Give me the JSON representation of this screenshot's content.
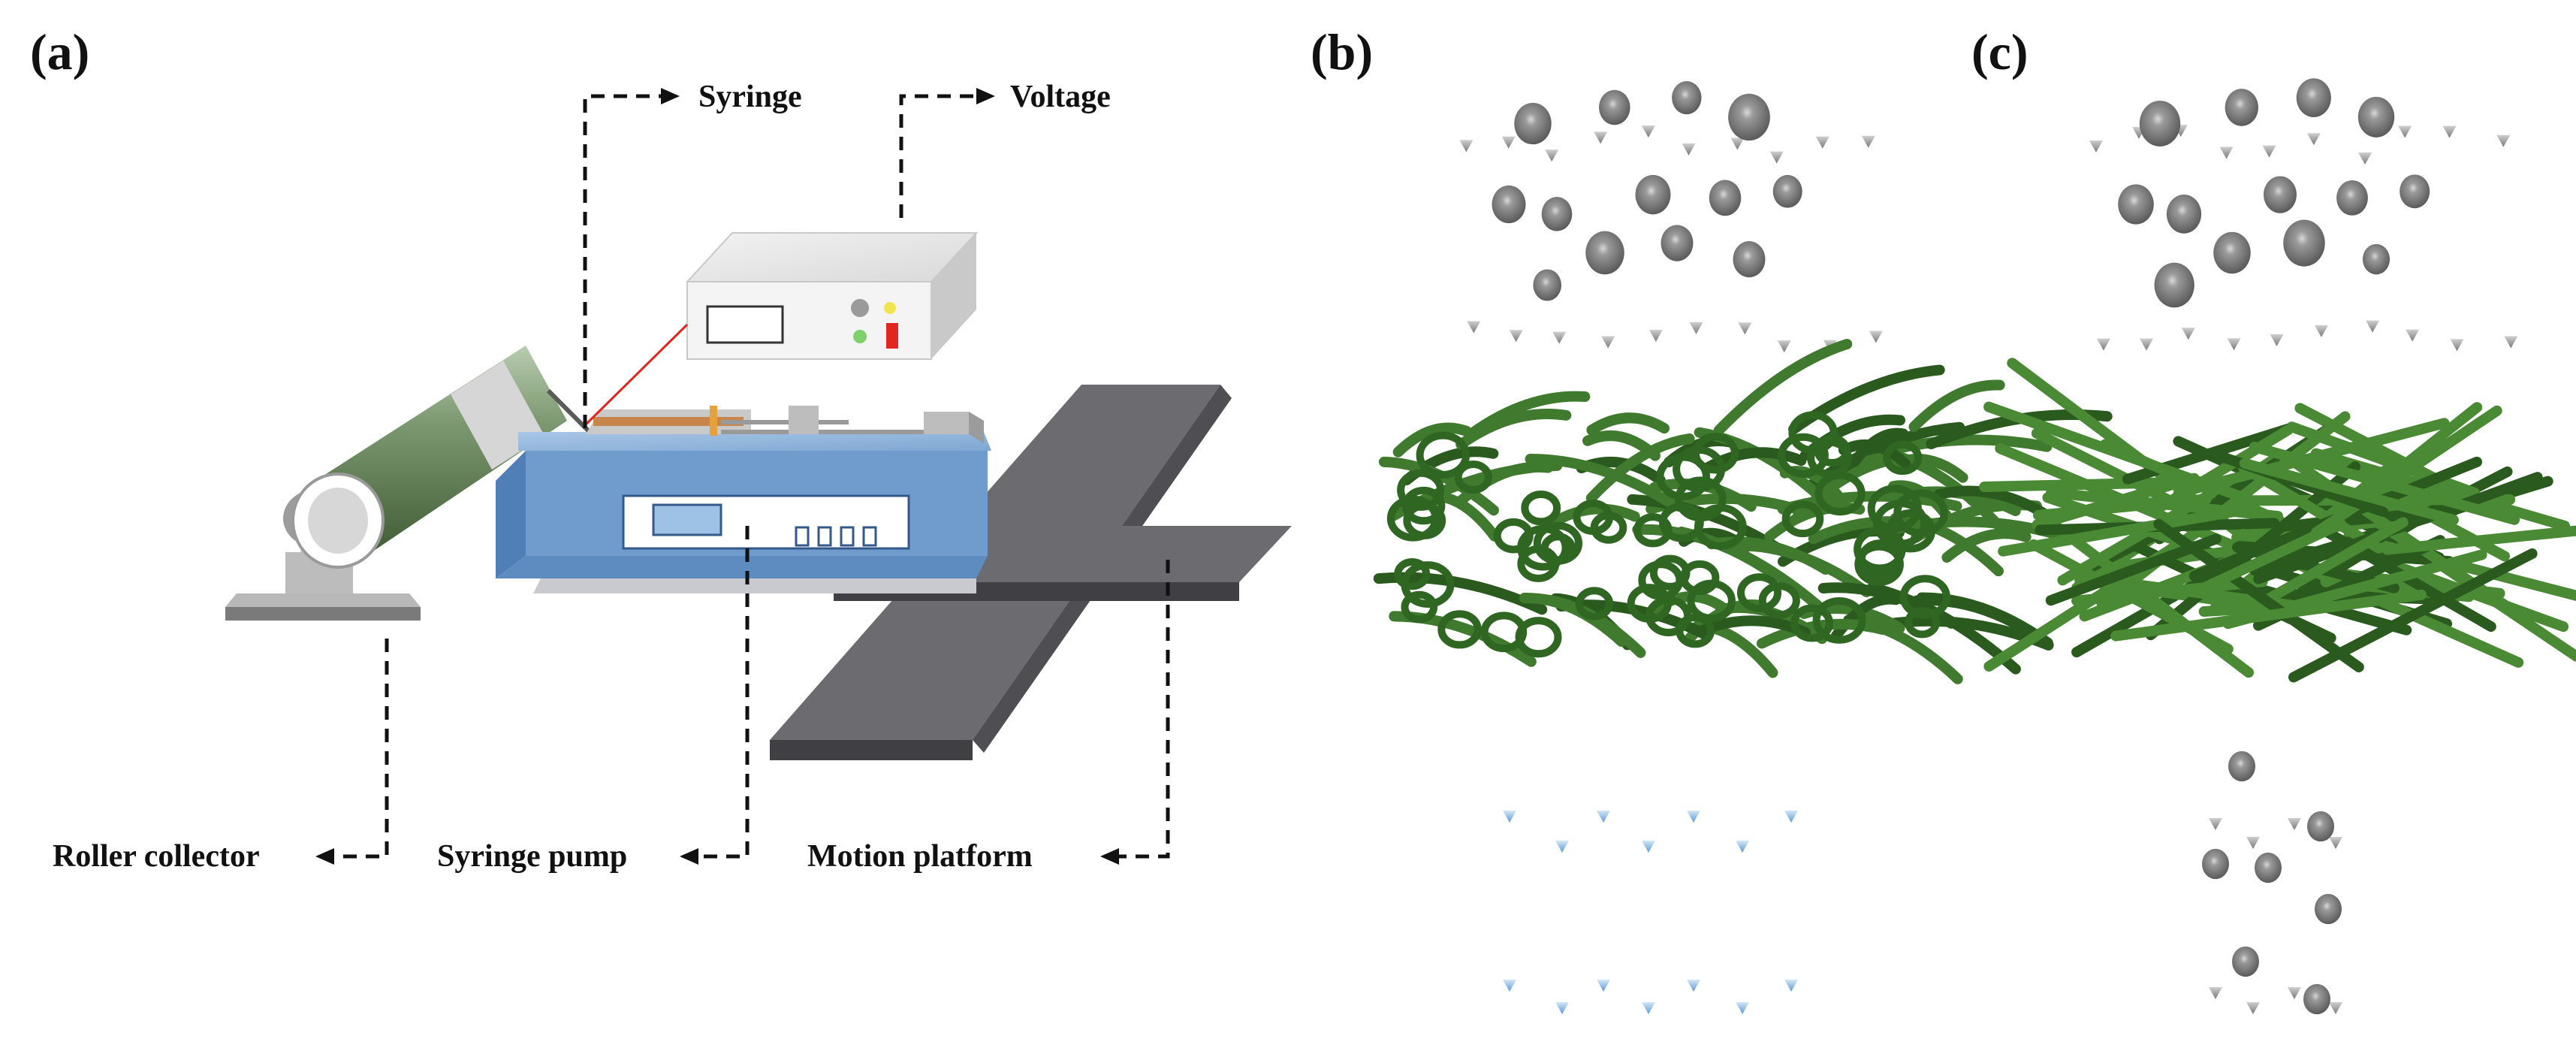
{
  "panels": {
    "a": {
      "label": "(a)"
    },
    "b": {
      "label": "(b)"
    },
    "c": {
      "label": "(c)"
    }
  },
  "callouts": {
    "syringe": "Syringe",
    "voltage": "Voltage",
    "roller_collector": "Roller collector",
    "syringe_pump": "Syringe pump",
    "motion_platform": "Motion platform"
  },
  "colors": {
    "fiber_green": "#3f7a2e",
    "fiber_green_dark": "#2a5a1e",
    "pump_blue": "#6f9ccd",
    "particle_gray": "#8a8a8a",
    "arrow_gray": "#9a9a9a",
    "water_arrow_blue": "#6aa6dc",
    "platform_gray": "#6b6b70",
    "roller_green": "#7d9a72"
  }
}
